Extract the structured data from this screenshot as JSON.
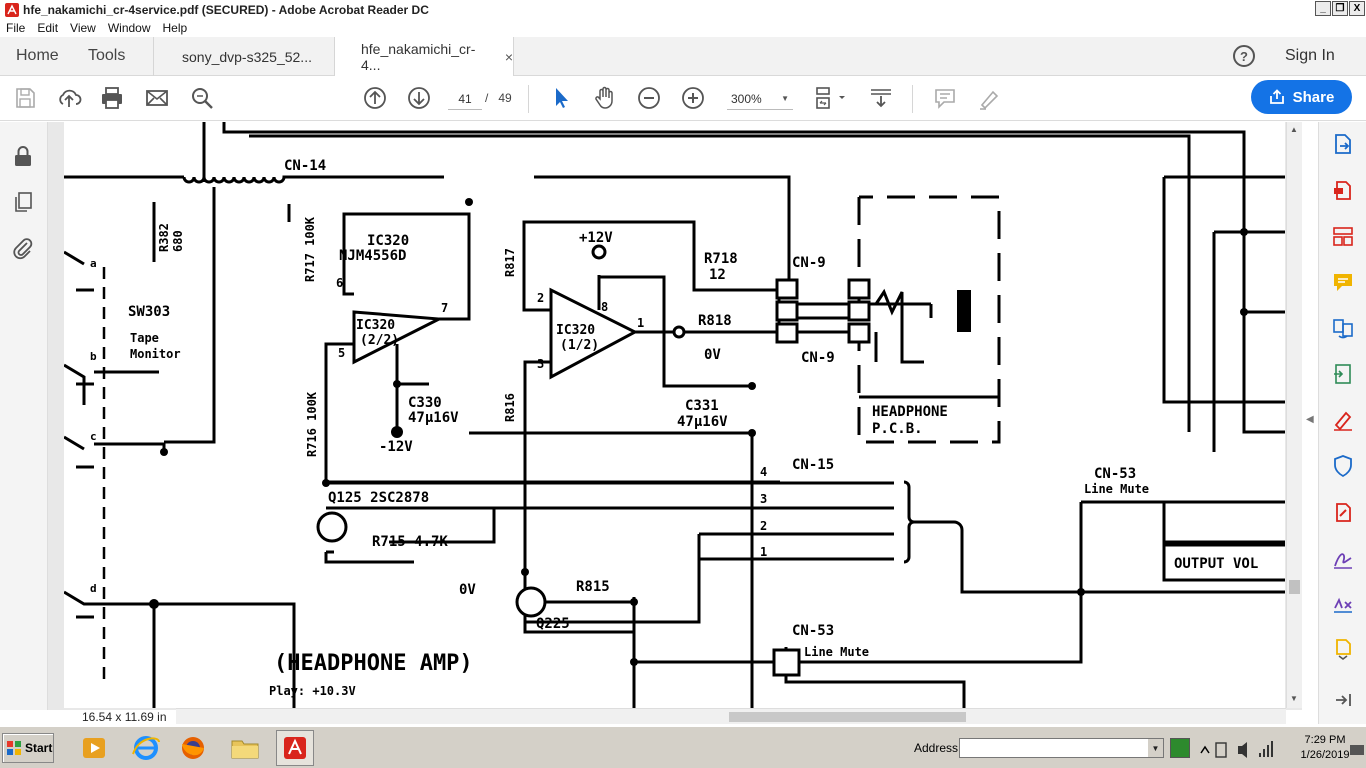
{
  "window": {
    "title": "hfe_nakamichi_cr-4service.pdf (SECURED) - Adobe Acrobat Reader DC",
    "controls": [
      "_",
      "❐",
      "X"
    ]
  },
  "menu": [
    "File",
    "Edit",
    "View",
    "Window",
    "Help"
  ],
  "tabs": {
    "home": "Home",
    "tools": "Tools",
    "documents": [
      {
        "label": "sony_dvp-s325_52...",
        "active": false
      },
      {
        "label": "hfe_nakamichi_cr-4...",
        "active": true,
        "close": "×"
      }
    ]
  },
  "header": {
    "help": "?",
    "sign_in": "Sign In"
  },
  "toolbar": {
    "page_current": "41",
    "page_separator": "/",
    "page_total": "49",
    "zoom": "300%",
    "share_label": "Share"
  },
  "status": {
    "page_size": "16.54 x 11.69 in"
  },
  "schematic": {
    "title": "(HEADPHONE AMP)",
    "footnote_1": "Play: +10.3V",
    "connectors": {
      "cn14": "CN-14",
      "cn9_top": "CN-9",
      "cn9_bottom": "CN-9",
      "cn15": "CN-15",
      "cn53_right": "CN-53",
      "cn53_right_sub": "Line Mute",
      "cn53_bottom": "CN-53",
      "cn53_bottom_sub": "Line Mute"
    },
    "components": {
      "ic320_left_a": "IC320",
      "ic320_left_b": "NJM4556D",
      "ic320_left_in": "IC320",
      "ic320_left_in2": "(2/2)",
      "ic320_right_in": "IC320",
      "ic320_right_in2": "(1/2)",
      "r717": "R717 100K",
      "r716": "R716 100K",
      "r817": "R817",
      "r816": "R816",
      "r718": "R718",
      "r718_val": "12",
      "r818": "R818",
      "r382": "R382",
      "r382_val": "680",
      "r715": "R715 4.7K",
      "r815": "R815",
      "c330": "C330",
      "c330_val": "47μ16V",
      "c331": "C331",
      "c331_val": "47μ16V",
      "q125": "Q125 2SC2878",
      "q225": "Q225",
      "sw303": "SW303",
      "tape_monitor_1": "Tape",
      "tape_monitor_2": "Monitor",
      "vplus": "+12V",
      "vminus": "-12V",
      "ov_1": "0V",
      "ov_2": "0V",
      "headphone_1": "HEADPHONE",
      "headphone_2": "P.C.B.",
      "output_vol": "OUTPUT VOL",
      "pin4": "4",
      "pin3": "3",
      "pin2": "2",
      "pin1": "1",
      "pin6": "6",
      "pin7": "7",
      "pin5": "5",
      "pin8": "8",
      "pin2b": "2",
      "pin3b": "3",
      "pin1b": "1",
      "sw_a": "a",
      "sw_b": "b",
      "sw_c": "c",
      "sw_d": "d"
    }
  },
  "taskbar": {
    "start": "Start",
    "address_label": "Address",
    "time": "7:29 PM",
    "date": "1/26/2019"
  },
  "colors": {
    "accent": "#1473e6",
    "acrobat_red": "#d9251c",
    "tool_blue": "#1b6ac9"
  }
}
